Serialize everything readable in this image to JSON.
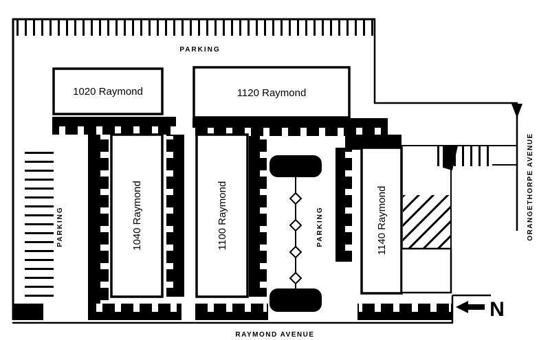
{
  "plan": {
    "buildings": [
      {
        "label": "1020 Raymond"
      },
      {
        "label": "1120 Raymond"
      },
      {
        "label": "1040 Raymond"
      },
      {
        "label": "1100 Raymond"
      },
      {
        "label": "1140 Raymond"
      }
    ],
    "parking": {
      "north_label": "PARKING",
      "west_label": "PARKING",
      "center_label": "PARKING"
    },
    "streets": {
      "bottom": "RAYMOND AVENUE",
      "right": "ORANGETHORPE AVENUE"
    },
    "compass": {
      "label": "N"
    },
    "colors": {
      "ink": "#000000",
      "background": "#ffffff"
    }
  }
}
